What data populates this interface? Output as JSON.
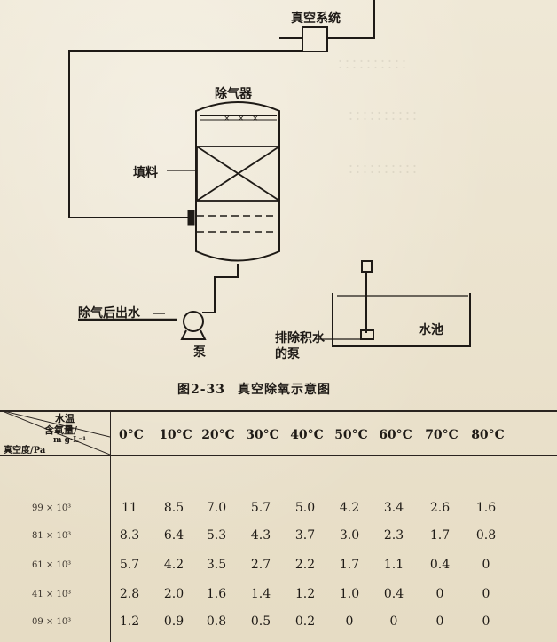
{
  "diagram": {
    "vacuum_system": "真空系统",
    "deaerator": "除气器",
    "packing": "填料",
    "deaerated_water": "除气后出水",
    "pump": "泵",
    "drain_pump": "排除积水的泵",
    "pool": "水池"
  },
  "caption": {
    "number": "图2-33",
    "title": "真空除氧示意图"
  },
  "table": {
    "stub_temp": "水温",
    "stub_oxygen": "含氧量/",
    "stub_unit": "m g·L⁻¹",
    "stub_vacuum": "真空度/Pa",
    "temps": [
      "0°C",
      "10°C",
      "20°C",
      "30°C",
      "40°C",
      "50°C",
      "60°C",
      "70°C",
      "80°C"
    ],
    "rows": [
      {
        "label": "99 × 10³",
        "values": [
          "11",
          "8.5",
          "7.0",
          "5.7",
          "5.0",
          "4.2",
          "3.4",
          "2.6",
          "1.6"
        ]
      },
      {
        "label": "81 × 10³",
        "values": [
          "8.3",
          "6.4",
          "5.3",
          "4.3",
          "3.7",
          "3.0",
          "2.3",
          "1.7",
          "0.8"
        ]
      },
      {
        "label": "61 × 10³",
        "values": [
          "5.7",
          "4.2",
          "3.5",
          "2.7",
          "2.2",
          "1.7",
          "1.1",
          "0.4",
          "0"
        ]
      },
      {
        "label": "41 × 10³",
        "values": [
          "2.8",
          "2.0",
          "1.6",
          "1.4",
          "1.2",
          "1.0",
          "0.4",
          "0",
          "0"
        ]
      },
      {
        "label": "09 × 10³",
        "values": [
          "1.2",
          "0.9",
          "0.8",
          "0.5",
          "0.2",
          "0",
          "0",
          "0",
          "0"
        ]
      }
    ]
  }
}
